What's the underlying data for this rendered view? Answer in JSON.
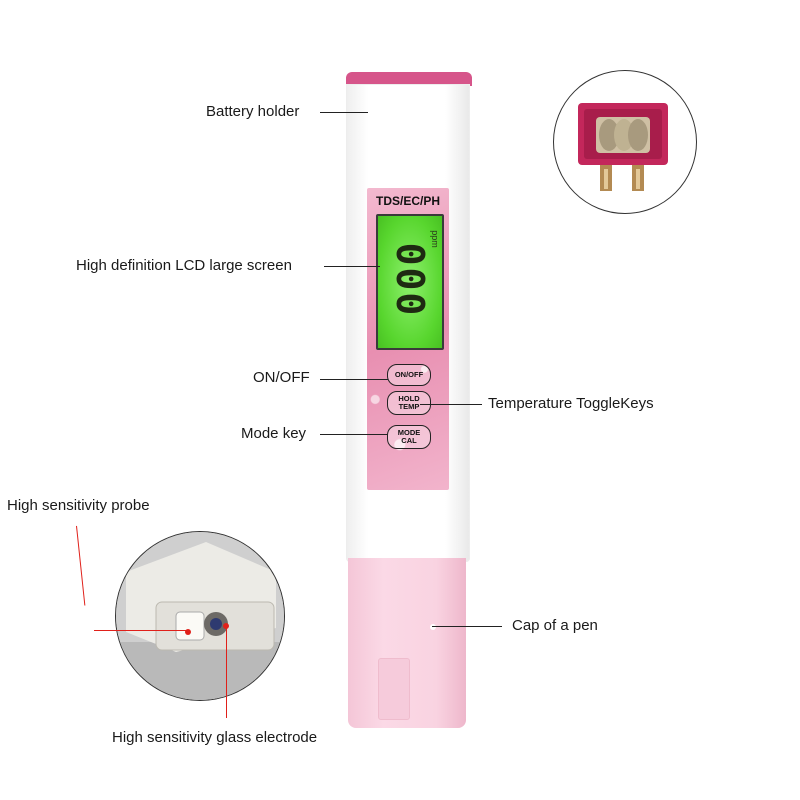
{
  "labels": {
    "battery_holder": "Battery holder",
    "lcd_screen": "High definition LCD large screen",
    "on_off": "ON/OFF",
    "temperature_keys": "Temperature ToggleKeys",
    "mode_key": "Mode key",
    "probe": "High sensitivity probe",
    "cap": "Cap of a pen",
    "glass_electrode": "High sensitivity glass electrode"
  },
  "device": {
    "panel_title": "TDS/EC/PH",
    "lcd_value": "000",
    "lcd_unit": "ppm",
    "key_on_off": "ON/OFF",
    "key_hold_line1": "HOLD",
    "key_hold_line2": "TEMP",
    "key_mode_line1": "MODE",
    "key_mode_line2": "CAL"
  },
  "colors": {
    "accent_pink": "#d6558a",
    "lcd_green": "#58d62e",
    "pointer_red": "#e0201a"
  }
}
